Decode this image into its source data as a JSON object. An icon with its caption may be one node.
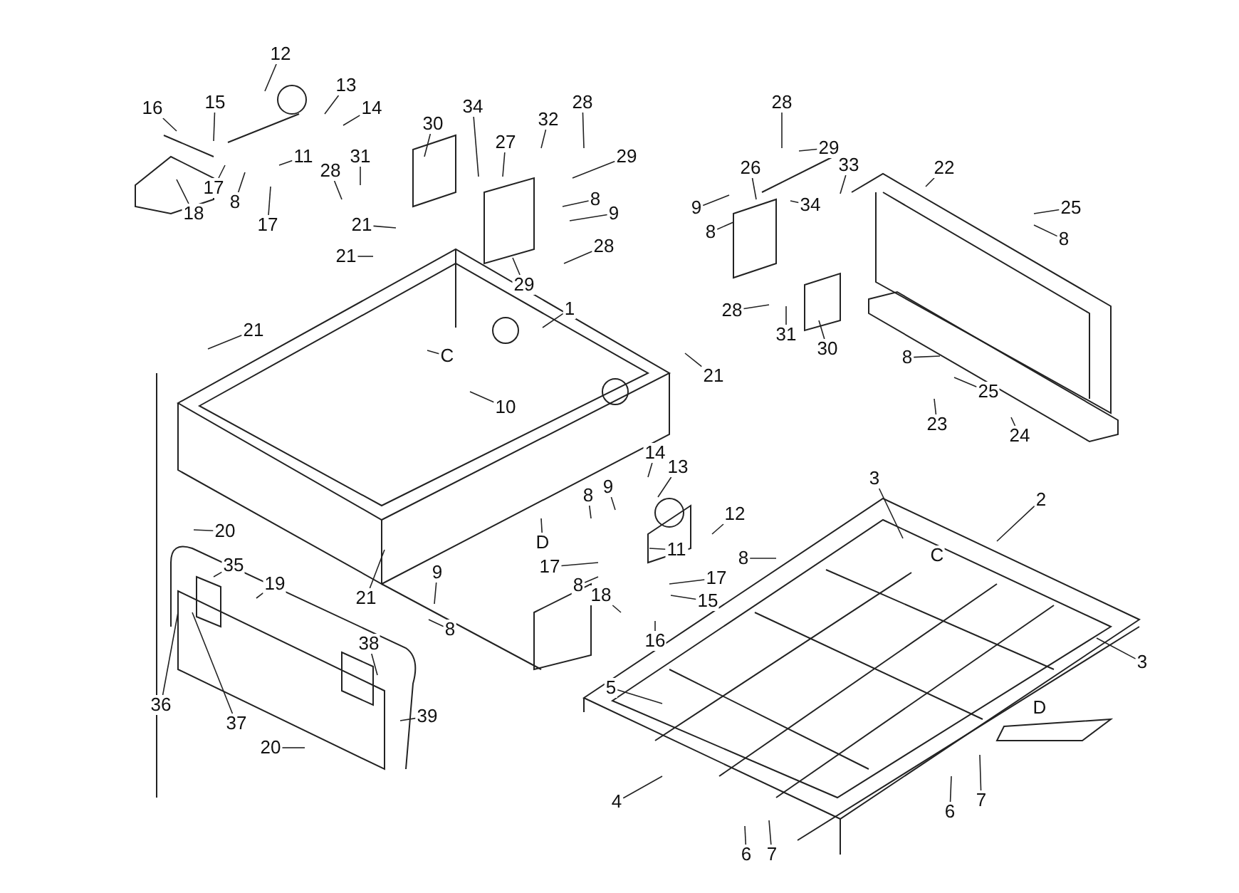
{
  "diagram": {
    "nodes": [
      {
        "text": [
          "12"
        ]
      },
      {
        "text": [
          "13"
        ]
      },
      {
        "text": [
          "14"
        ]
      },
      {
        "text": [
          "16"
        ]
      },
      {
        "text": [
          "15"
        ]
      },
      {
        "text": [
          "30"
        ]
      },
      {
        "text": [
          "34"
        ]
      },
      {
        "text": [
          "32"
        ]
      },
      {
        "text": [
          "28"
        ]
      },
      {
        "text": [
          "27"
        ]
      },
      {
        "text": [
          "11"
        ]
      },
      {
        "text": [
          "17"
        ]
      },
      {
        "text": [
          "8"
        ]
      },
      {
        "text": [
          "18"
        ]
      },
      {
        "text": [
          "17"
        ]
      },
      {
        "text": [
          "31"
        ]
      },
      {
        "text": [
          "28"
        ]
      },
      {
        "text": [
          "29"
        ]
      },
      {
        "text": [
          "8"
        ]
      },
      {
        "text": [
          "9"
        ]
      },
      {
        "text": [
          "21"
        ]
      },
      {
        "text": [
          "21"
        ]
      },
      {
        "text": [
          "28"
        ]
      },
      {
        "text": [
          "29"
        ]
      },
      {
        "text": [
          "1"
        ]
      },
      {
        "text": [
          "21"
        ]
      },
      {
        "text": [
          "C"
        ]
      },
      {
        "text": [
          "10"
        ]
      },
      {
        "text": [
          "28"
        ]
      },
      {
        "text": [
          "29"
        ]
      },
      {
        "text": [
          "26"
        ]
      },
      {
        "text": [
          "33"
        ]
      },
      {
        "text": [
          "22"
        ]
      },
      {
        "text": [
          "25"
        ]
      },
      {
        "text": [
          "8"
        ]
      },
      {
        "text": [
          "9"
        ]
      },
      {
        "text": [
          "8"
        ]
      },
      {
        "text": [
          "34"
        ]
      },
      {
        "text": [
          "28"
        ]
      },
      {
        "text": [
          "31"
        ]
      },
      {
        "text": [
          "30"
        ]
      },
      {
        "text": [
          "8"
        ]
      },
      {
        "text": [
          "25"
        ]
      },
      {
        "text": [
          "23"
        ]
      },
      {
        "text": [
          "24"
        ]
      },
      {
        "text": [
          "21"
        ]
      },
      {
        "text": [
          "14"
        ]
      },
      {
        "text": [
          "13"
        ]
      },
      {
        "text": [
          "9"
        ]
      },
      {
        "text": [
          "8"
        ]
      },
      {
        "text": [
          "12"
        ]
      },
      {
        "text": [
          "D"
        ]
      },
      {
        "text": [
          "17"
        ]
      },
      {
        "text": [
          "11"
        ]
      },
      {
        "text": [
          "8"
        ]
      },
      {
        "text": [
          "8"
        ]
      },
      {
        "text": [
          "17"
        ]
      },
      {
        "text": [
          "18"
        ]
      },
      {
        "text": [
          "15"
        ]
      },
      {
        "text": [
          "16"
        ]
      },
      {
        "text": [
          "20"
        ]
      },
      {
        "text": [
          "21"
        ]
      },
      {
        "text": [
          "9"
        ]
      },
      {
        "text": [
          "8"
        ]
      },
      {
        "text": [
          "35"
        ]
      },
      {
        "text": [
          "19"
        ]
      },
      {
        "text": [
          "38"
        ]
      },
      {
        "text": [
          "36"
        ]
      },
      {
        "text": [
          "37"
        ]
      },
      {
        "text": [
          "39"
        ]
      },
      {
        "text": [
          "20"
        ]
      },
      {
        "text": [
          "3"
        ]
      },
      {
        "text": [
          "2"
        ]
      },
      {
        "text": [
          "3"
        ]
      },
      {
        "text": [
          "5"
        ]
      },
      {
        "text": [
          "4"
        ]
      },
      {
        "text": [
          "6"
        ]
      },
      {
        "text": [
          "7"
        ]
      },
      {
        "text": [
          "6"
        ]
      },
      {
        "text": [
          "7"
        ]
      },
      {
        "text": [
          "C"
        ]
      },
      {
        "text": [
          "D"
        ]
      }
    ],
    "edges": [
      {
        "from": 0,
        "to": null,
        "arrow": "none"
      },
      {
        "from": 1,
        "to": null,
        "arrow": "none"
      },
      {
        "from": 2,
        "to": null,
        "arrow": "none"
      },
      {
        "from": 3,
        "to": null,
        "arrow": "none"
      },
      {
        "from": 4,
        "to": null,
        "arrow": "none"
      },
      {
        "from": 5,
        "to": null,
        "arrow": "none"
      },
      {
        "from": 6,
        "to": null,
        "arrow": "none"
      },
      {
        "from": 7,
        "to": null,
        "arrow": "none"
      },
      {
        "from": 8,
        "to": null,
        "arrow": "none"
      },
      {
        "from": 9,
        "to": null,
        "arrow": "none"
      },
      {
        "from": 10,
        "to": null,
        "arrow": "none"
      },
      {
        "from": 11,
        "to": null,
        "arrow": "none"
      },
      {
        "from": 12,
        "to": null,
        "arrow": "none"
      },
      {
        "from": 13,
        "to": null,
        "arrow": "none"
      },
      {
        "from": 14,
        "to": null,
        "arrow": "none"
      },
      {
        "from": 15,
        "to": null,
        "arrow": "none"
      },
      {
        "from": 16,
        "to": null,
        "arrow": "none"
      },
      {
        "from": 17,
        "to": null,
        "arrow": "none"
      },
      {
        "from": 18,
        "to": null,
        "arrow": "none"
      },
      {
        "from": 19,
        "to": null,
        "arrow": "none"
      },
      {
        "from": 20,
        "to": null,
        "arrow": "none"
      },
      {
        "from": 21,
        "to": null,
        "arrow": "none"
      },
      {
        "from": 22,
        "to": null,
        "arrow": "none"
      },
      {
        "from": 23,
        "to": null,
        "arrow": "none"
      },
      {
        "from": 24,
        "to": null,
        "arrow": "none"
      },
      {
        "from": 25,
        "to": null,
        "arrow": "none"
      },
      {
        "from": 26,
        "to": null,
        "arrow": "none"
      },
      {
        "from": 27,
        "to": null,
        "arrow": "none"
      },
      {
        "from": 28,
        "to": null,
        "arrow": "none"
      },
      {
        "from": 29,
        "to": null,
        "arrow": "none"
      },
      {
        "from": 30,
        "to": null,
        "arrow": "none"
      },
      {
        "from": 31,
        "to": null,
        "arrow": "none"
      },
      {
        "from": 32,
        "to": null,
        "arrow": "none"
      },
      {
        "from": 33,
        "to": null,
        "arrow": "none"
      },
      {
        "from": 34,
        "to": null,
        "arrow": "none"
      },
      {
        "from": 35,
        "to": null,
        "arrow": "none"
      },
      {
        "from": 36,
        "to": null,
        "arrow": "none"
      },
      {
        "from": 37,
        "to": null,
        "arrow": "none"
      },
      {
        "from": 38,
        "to": null,
        "arrow": "none"
      },
      {
        "from": 39,
        "to": null,
        "arrow": "none"
      },
      {
        "from": 40,
        "to": null,
        "arrow": "none"
      },
      {
        "from": 41,
        "to": null,
        "arrow": "none"
      },
      {
        "from": 42,
        "to": null,
        "arrow": "none"
      },
      {
        "from": 43,
        "to": null,
        "arrow": "none"
      },
      {
        "from": 44,
        "to": null,
        "arrow": "none"
      },
      {
        "from": 45,
        "to": null,
        "arrow": "none"
      },
      {
        "from": 46,
        "to": null,
        "arrow": "none"
      },
      {
        "from": 47,
        "to": null,
        "arrow": "none"
      },
      {
        "from": 48,
        "to": null,
        "arrow": "none"
      },
      {
        "from": 49,
        "to": null,
        "arrow": "none"
      },
      {
        "from": 50,
        "to": null,
        "arrow": "none"
      },
      {
        "from": 51,
        "to": null,
        "arrow": "none"
      },
      {
        "from": 52,
        "to": null,
        "arrow": "none"
      },
      {
        "from": 53,
        "to": null,
        "arrow": "none"
      },
      {
        "from": 54,
        "to": null,
        "arrow": "none"
      },
      {
        "from": 55,
        "to": null,
        "arrow": "none"
      },
      {
        "from": 56,
        "to": null,
        "arrow": "none"
      },
      {
        "from": 57,
        "to": null,
        "arrow": "none"
      },
      {
        "from": 58,
        "to": null,
        "arrow": "none"
      },
      {
        "from": 59,
        "to": null,
        "arrow": "none"
      },
      {
        "from": 60,
        "to": null,
        "arrow": "none"
      },
      {
        "from": 61,
        "to": null,
        "arrow": "none"
      },
      {
        "from": 62,
        "to": null,
        "arrow": "none"
      },
      {
        "from": 63,
        "to": null,
        "arrow": "none"
      },
      {
        "from": 64,
        "to": null,
        "arrow": "none"
      },
      {
        "from": 65,
        "to": null,
        "arrow": "none"
      },
      {
        "from": 66,
        "to": null,
        "arrow": "none"
      },
      {
        "from": 67,
        "to": null,
        "arrow": "none"
      },
      {
        "from": 68,
        "to": null,
        "arrow": "none"
      },
      {
        "from": 69,
        "to": null,
        "arrow": "none"
      },
      {
        "from": 70,
        "to": null,
        "arrow": "none"
      },
      {
        "from": 71,
        "to": null,
        "arrow": "none"
      },
      {
        "from": 72,
        "to": null,
        "arrow": "none"
      },
      {
        "from": 73,
        "to": null,
        "arrow": "none"
      },
      {
        "from": 74,
        "to": null,
        "arrow": "none"
      },
      {
        "from": 75,
        "to": null,
        "arrow": "none"
      },
      {
        "from": 76,
        "to": null,
        "arrow": "none"
      },
      {
        "from": 77,
        "to": null,
        "arrow": "none"
      },
      {
        "from": 78,
        "to": null,
        "arrow": "none"
      },
      {
        "from": 79,
        "to": null,
        "arrow": "none"
      }
    ]
  }
}
